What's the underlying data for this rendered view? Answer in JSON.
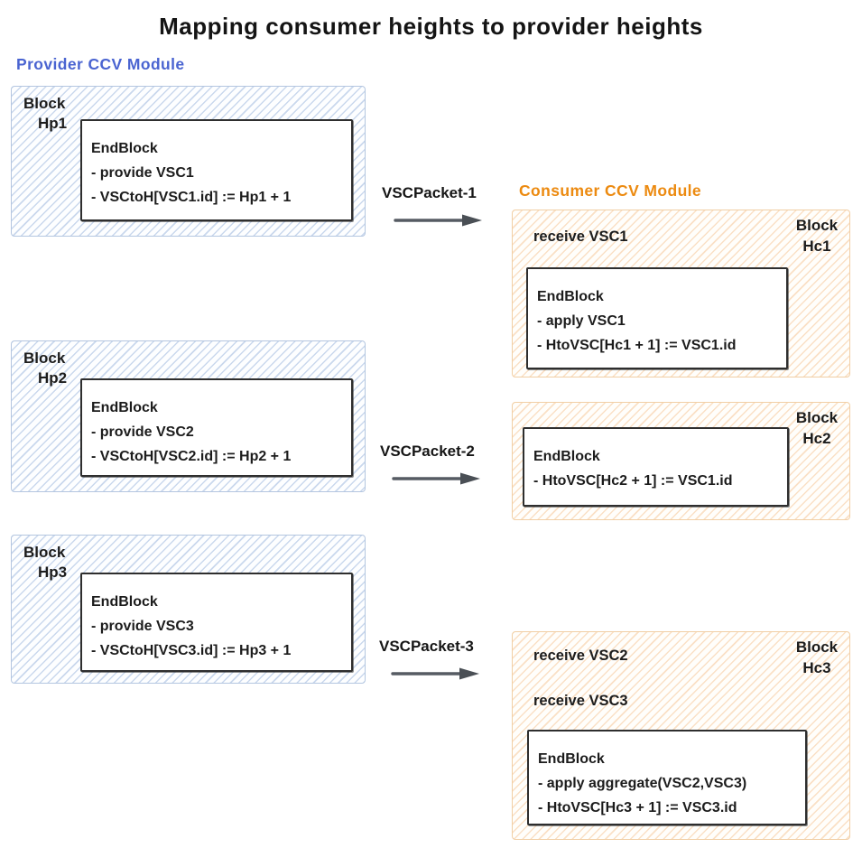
{
  "title": "Mapping consumer heights to provider heights",
  "colors": {
    "provider_accent": "#4a64d1",
    "consumer_accent": "#ec8a10",
    "provider_fill_line": "#7da0d2",
    "consumer_fill_line": "#f2b06e",
    "box_border": "#2e2e2e",
    "arrow": "#565b63"
  },
  "provider": {
    "label": "Provider CCV Module",
    "blocks": [
      {
        "block_word": "Block",
        "height_label": "Hp1",
        "endblock": {
          "title": "EndBlock",
          "lines": [
            "- provide VSC1",
            "- VSCtoH[VSC1.id] := Hp1 + 1"
          ]
        }
      },
      {
        "block_word": "Block",
        "height_label": "Hp2",
        "endblock": {
          "title": "EndBlock",
          "lines": [
            "- provide VSC2",
            "- VSCtoH[VSC2.id] := Hp2 + 1"
          ]
        }
      },
      {
        "block_word": "Block",
        "height_label": "Hp3",
        "endblock": {
          "title": "EndBlock",
          "lines": [
            "- provide VSC3",
            "- VSCtoH[VSC3.id] := Hp3 + 1"
          ]
        }
      }
    ]
  },
  "consumer": {
    "label": "Consumer CCV Module",
    "blocks": [
      {
        "block_word": "Block",
        "height_label": "Hc1",
        "receives": [
          "receive VSC1"
        ],
        "endblock": {
          "title": "EndBlock",
          "lines": [
            "- apply VSC1",
            "- HtoVSC[Hc1 + 1] := VSC1.id"
          ]
        }
      },
      {
        "block_word": "Block",
        "height_label": "Hc2",
        "receives": [],
        "endblock": {
          "title": "EndBlock",
          "lines": [
            "- HtoVSC[Hc2 + 1] := VSC1.id"
          ]
        }
      },
      {
        "block_word": "Block",
        "height_label": "Hc3",
        "receives": [
          "receive VSC2",
          "receive VSC3"
        ],
        "endblock": {
          "title": "EndBlock",
          "lines": [
            "- apply aggregate(VSC2,VSC3)",
            "- HtoVSC[Hc3 + 1] := VSC3.id"
          ]
        }
      }
    ]
  },
  "packets": [
    {
      "label": "VSCPacket-1"
    },
    {
      "label": "VSCPacket-2"
    },
    {
      "label": "VSCPacket-3"
    }
  ]
}
